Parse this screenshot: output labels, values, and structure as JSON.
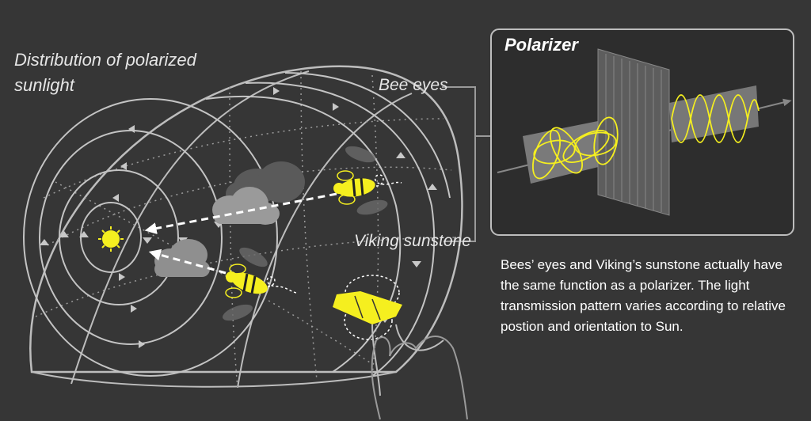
{
  "diagram": {
    "title": "Distribution of polarized sunlight",
    "labels": {
      "bee_eyes": "Bee eyes",
      "viking_sunstone": "Viking sunstone"
    },
    "polarizer_panel": {
      "title": "Polarizer"
    },
    "caption": "Bees’ eyes and Viking’s sunstone actually have the same function as a polarizer. The light transmission pattern varies according to relative postion and orientation to Sun.",
    "colors": {
      "background": "#363636",
      "accent": "#f5ef1f",
      "lines": "#c8c8c8"
    }
  }
}
